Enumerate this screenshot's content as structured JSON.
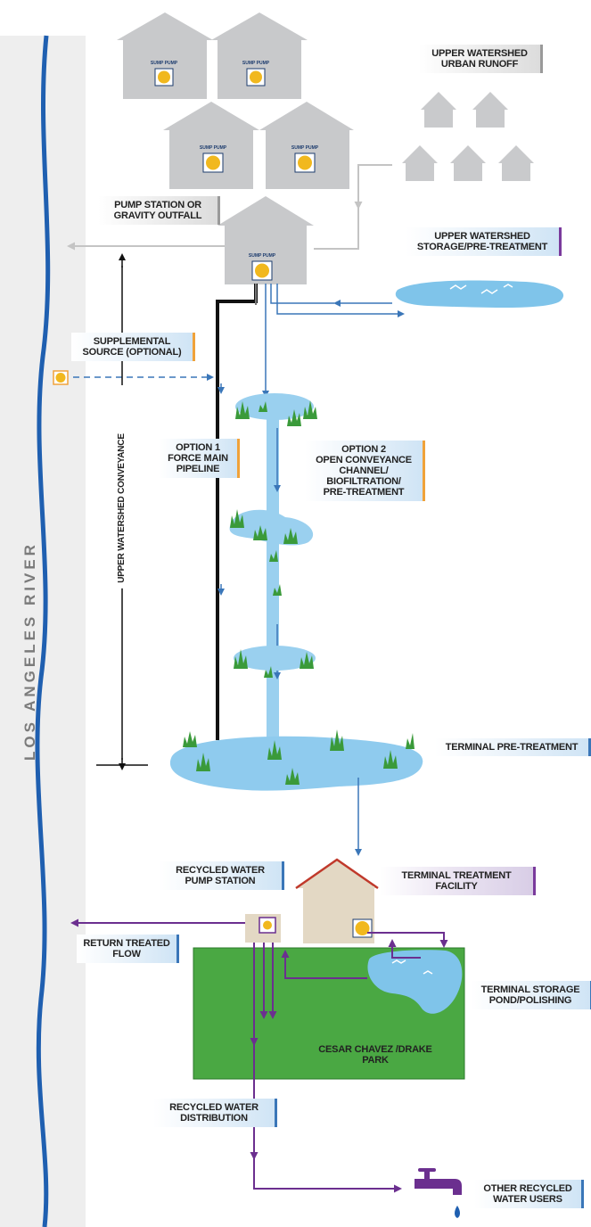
{
  "river": {
    "label": "LOS ANGELES RIVER"
  },
  "sump_label": "SUMP PUMP",
  "labels": {
    "upper_runoff": "UPPER WATERSHED\nURBAN RUNOFF",
    "pump_station": "PUMP STATION OR\nGRAVITY OUTFALL",
    "upper_storage": "UPPER WATERSHED\nSTORAGE/PRE-TREATMENT",
    "supplemental": "SUPPLEMENTAL\nSOURCE (OPTIONAL)",
    "conveyance": "UPPER WATERSHED CONVEYANCE",
    "option1": "OPTION 1\nFORCE MAIN\nPIPELINE",
    "option2": "OPTION 2\nOPEN CONVEYANCE\nCHANNEL/\nBIOFILTRATION/\nPRE-TREATMENT",
    "terminal_pre": "TERMINAL PRE-TREATMENT",
    "recycled_pump": "RECYCLED WATER\nPUMP STATION",
    "terminal_facility": "TERMINAL TREATMENT\nFACILITY",
    "return_flow": "RETURN TREATED\nFLOW",
    "terminal_storage": "TERMINAL STORAGE\nPOND/POLISHING",
    "park": "CESAR CHAVEZ /DRAKE\nPARK",
    "distribution": "RECYCLED WATER\nDISTRIBUTION",
    "other_users": "OTHER RECYCLED\nWATER USERS"
  },
  "colors": {
    "river": "#1f5fb0",
    "flow_blue": "#3a76b8",
    "flow_purple": "#6b2f8f",
    "house": "#c8c9cb",
    "park": "#4aa843",
    "water": "#7fc4ea",
    "grass": "#3a9a3a",
    "pump": "#f1b81e"
  },
  "icons": [
    "house-icon",
    "pump-icon",
    "faucet-icon",
    "water-drop-icon",
    "grass-icon"
  ]
}
